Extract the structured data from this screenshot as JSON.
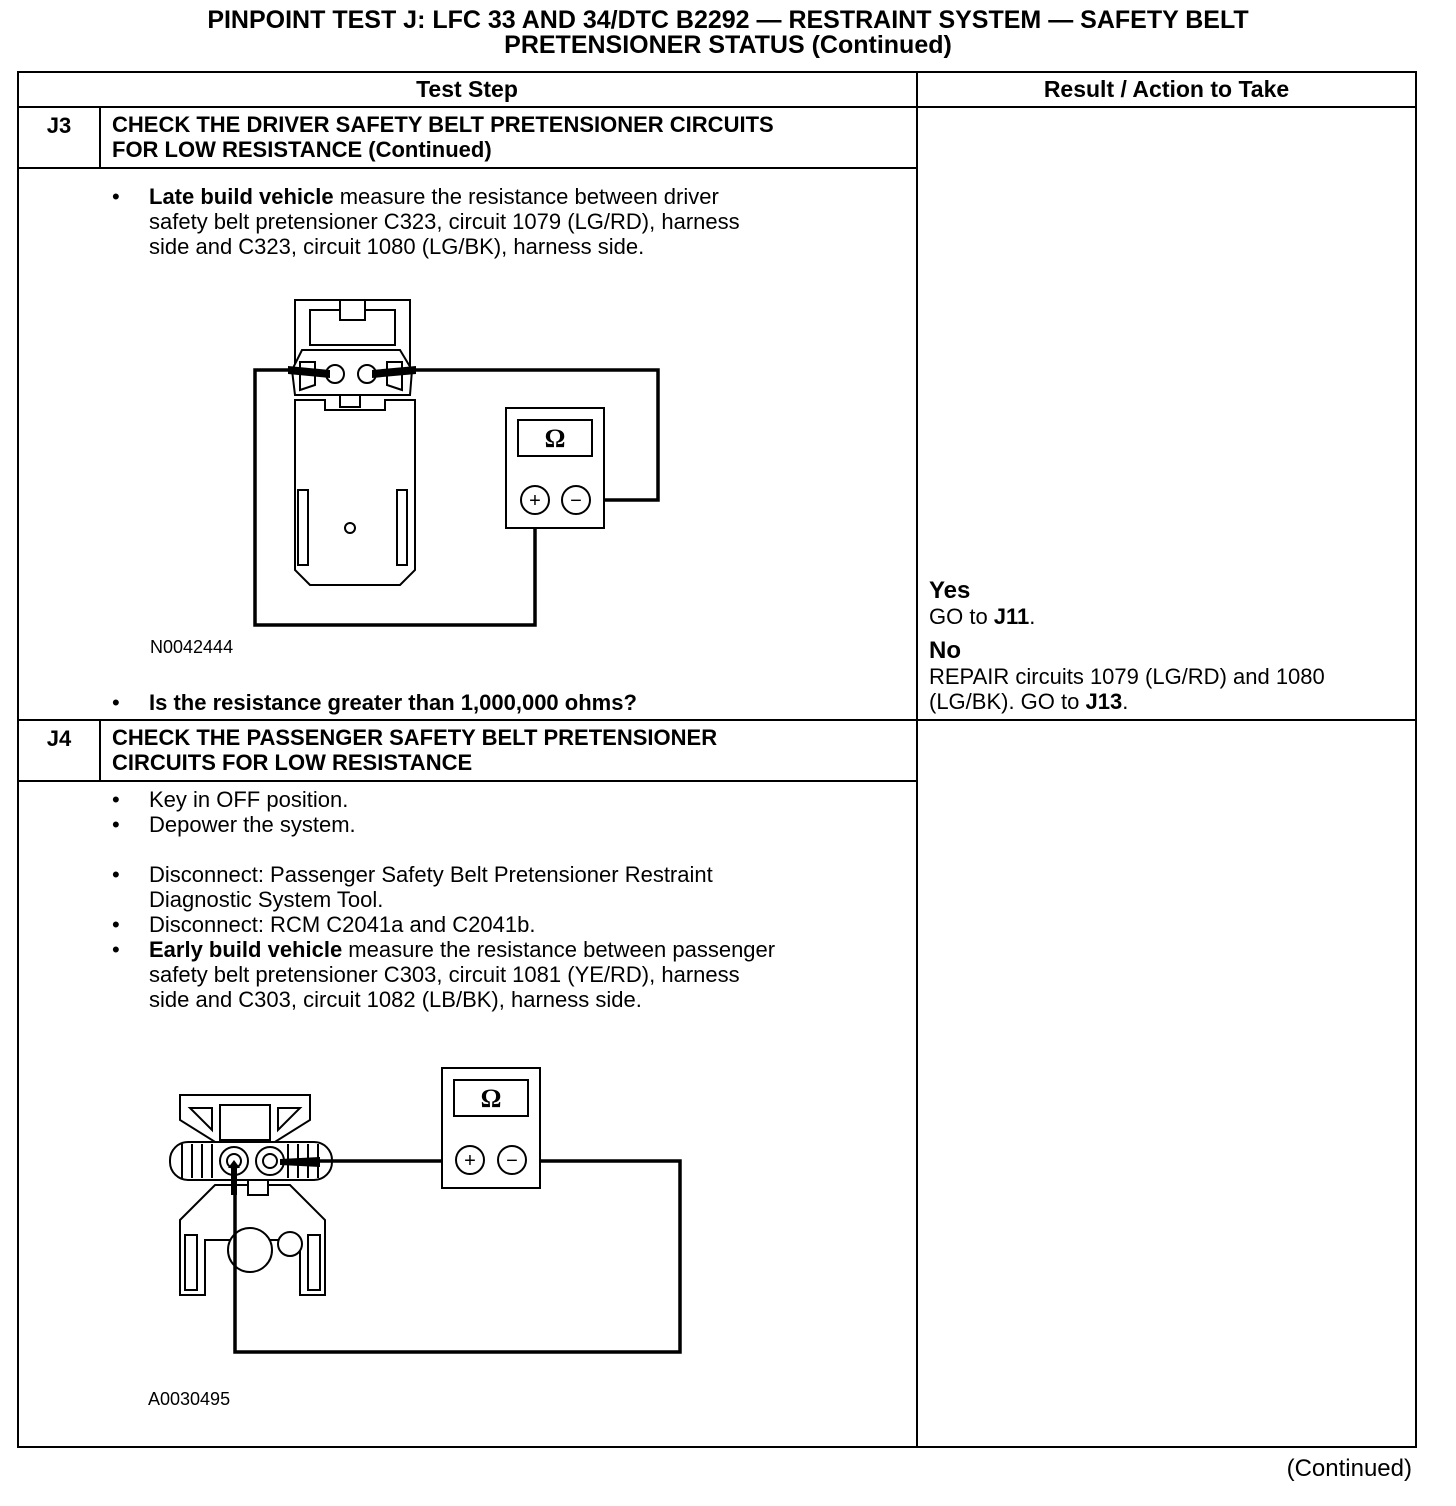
{
  "page": {
    "title_line1": "PINPOINT TEST  J: LFC 33 AND 34/DTC B2292 — RESTRAINT SYSTEM — SAFETY BELT",
    "title_line2": "PRETENSIONER STATUS (Continued)",
    "continued": "(Continued)"
  },
  "table": {
    "col_test_step": "Test Step",
    "col_result": "Result / Action to Take"
  },
  "j3": {
    "id": "J3",
    "title_line1": "CHECK THE DRIVER SAFETY BELT PRETENSIONER CIRCUITS",
    "title_line2": "FOR LOW RESISTANCE (Continued)",
    "bullet1_bold": "Late build vehicle",
    "bullet1_line1_rest": " measure the resistance between driver",
    "bullet1_line2": "safety belt pretensioner C323, circuit 1079 (LG/RD), harness",
    "bullet1_line3": "side and C323, circuit 1080 (LG/BK), harness side.",
    "meter_symbol": "Ω",
    "plus": "+",
    "minus": "−",
    "figure_id": "N0042444",
    "question": "Is the resistance greater than 1,000,000 ohms?",
    "yes_label": "Yes",
    "yes_text": "GO to ",
    "yes_ref": "J11",
    "yes_end": ".",
    "no_label": "No",
    "no_line1": "REPAIR circuits 1079 (LG/RD) and 1080",
    "no_line2": "(LG/BK). GO to ",
    "no_ref": "J13",
    "no_end": "."
  },
  "j4": {
    "id": "J4",
    "title_line1": "CHECK THE PASSENGER SAFETY BELT PRETENSIONER",
    "title_line2": "CIRCUITS FOR LOW RESISTANCE",
    "bullet1": "Key in OFF position.",
    "bullet2": "Depower the system.",
    "bullet3_line1": "Disconnect: Passenger Safety Belt Pretensioner Restraint",
    "bullet3_line2": "Diagnostic System Tool.",
    "bullet4": "Disconnect: RCM C2041a and C2041b.",
    "bullet5_bold": "Early build vehicle",
    "bullet5_line1_rest": " measure the resistance between passenger",
    "bullet5_line2": "safety belt pretensioner C303, circuit 1081 (YE/RD), harness",
    "bullet5_line3": "side and C303, circuit 1082 (LB/BK), harness side.",
    "meter_symbol": "Ω",
    "plus": "+",
    "minus": "−",
    "figure_id": "A0030495"
  }
}
